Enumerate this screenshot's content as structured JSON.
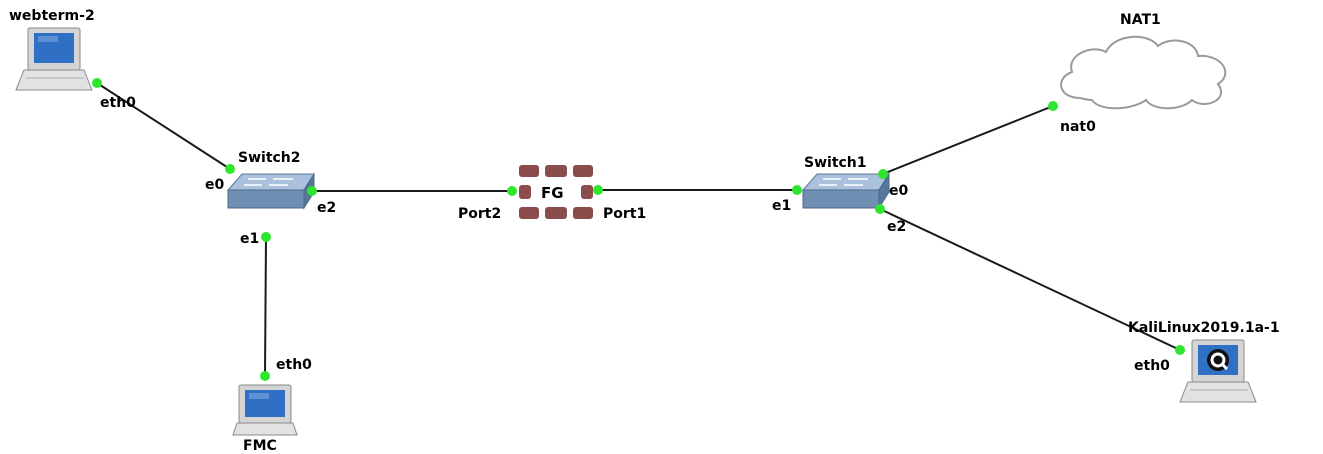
{
  "nodes": {
    "webterm": {
      "label": "webterm-2",
      "icon": "computer-icon"
    },
    "switch2": {
      "label": "Switch2",
      "icon": "switch-icon"
    },
    "fg": {
      "label": "FG",
      "icon": "firewall-icon"
    },
    "switch1": {
      "label": "Switch1",
      "icon": "switch-icon"
    },
    "nat1": {
      "label": "NAT1",
      "icon": "cloud-icon"
    },
    "fmc": {
      "label": "FMC",
      "icon": "computer-icon"
    },
    "kali": {
      "label": "KaliLinux2019.1a-1",
      "icon": "kali-computer-icon"
    }
  },
  "ports": {
    "webterm_eth0": "eth0",
    "switch2_e0": "e0",
    "switch2_e1": "e1",
    "switch2_e2": "e2",
    "fg_port2": "Port2",
    "fg_port1": "Port1",
    "switch1_e1": "e1",
    "switch1_e0": "e0",
    "switch1_e2": "e2",
    "nat1_nat0": "nat0",
    "fmc_eth0": "eth0",
    "kali_eth0": "eth0"
  },
  "links": [
    {
      "from": "webterm-2 eth0",
      "to": "Switch2 e0"
    },
    {
      "from": "Switch2 e2",
      "to": "FG Port2"
    },
    {
      "from": "Switch2 e1",
      "to": "FMC eth0"
    },
    {
      "from": "FG Port1",
      "to": "Switch1 e1"
    },
    {
      "from": "Switch1 e0",
      "to": "NAT1 nat0"
    },
    {
      "from": "Switch1 e2",
      "to": "KaliLinux2019.1a-1 eth0"
    }
  ],
  "colors": {
    "link": "#1a1a1a",
    "port_dot": "#2ee62e",
    "switch_body": "#6f8fb3",
    "firewall": "#8b4c4c",
    "screen": "#2f6fc4",
    "cloud_stroke": "#9a9a9a"
  }
}
